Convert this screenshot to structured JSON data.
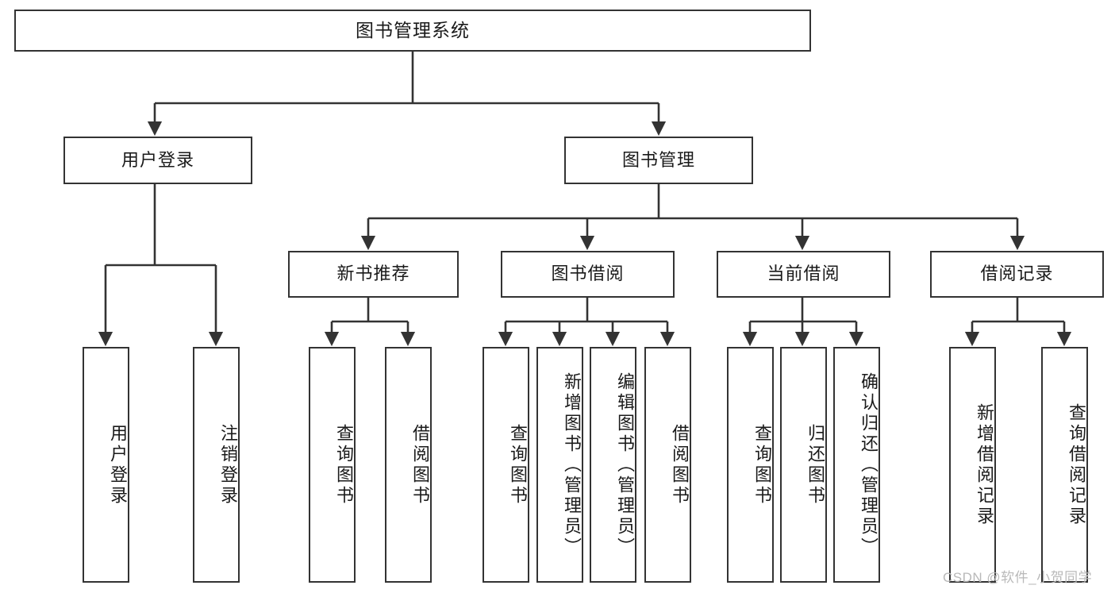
{
  "diagram": {
    "title": "图书管理系统",
    "type": "tree-hierarchy-functional-decomposition",
    "watermark": "CSDN @软件_小贺同学",
    "colors": {
      "box_border": "#333333",
      "box_fill": "#ffffff",
      "edge": "#333333",
      "text": "#1a1a1a",
      "watermark": "#b9b9b9",
      "background": "#ffffff"
    },
    "levels": {
      "root": {
        "label": "图书管理系统"
      },
      "level2": [
        {
          "label": "用户登录"
        },
        {
          "label": "图书管理"
        }
      ],
      "level3": [
        {
          "label": "新书推荐"
        },
        {
          "label": "图书借阅"
        },
        {
          "label": "当前借阅"
        },
        {
          "label": "借阅记录"
        }
      ],
      "leaves": {
        "user_login": [
          {
            "label": "用户登录"
          },
          {
            "label": "注销登录"
          }
        ],
        "new_book_recommend": [
          {
            "label": "查询图书"
          },
          {
            "label": "借阅图书"
          }
        ],
        "book_borrow": [
          {
            "label": "查询图书"
          },
          {
            "label": "新增图书（管理员）"
          },
          {
            "label": "编辑图书（管理员）"
          },
          {
            "label": "借阅图书"
          }
        ],
        "current_borrow": [
          {
            "label": "查询图书"
          },
          {
            "label": "归还图书"
          },
          {
            "label": "确认归还（管理员）"
          }
        ],
        "borrow_record": [
          {
            "label": "新增借阅记录"
          },
          {
            "label": "查询借阅记录"
          }
        ]
      }
    }
  }
}
